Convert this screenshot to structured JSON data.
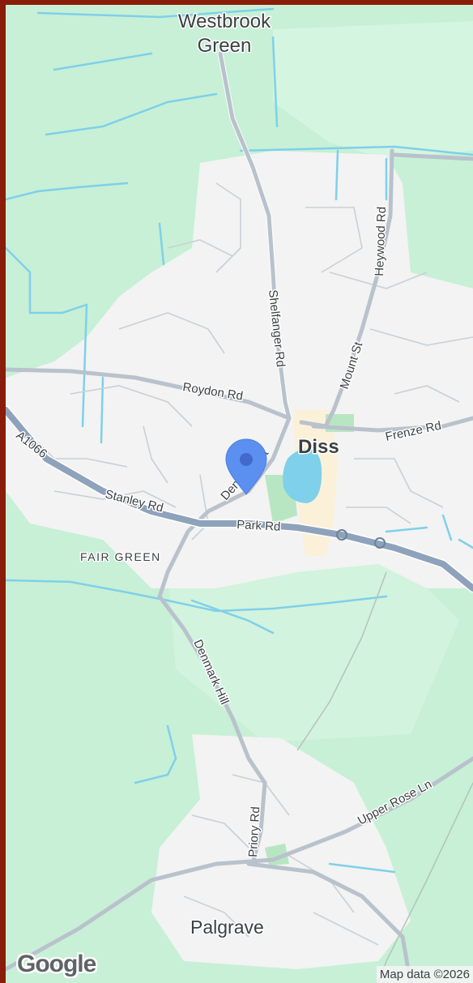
{
  "places": {
    "westbrook_line1": "Westbrook",
    "westbrook_line2": "Green",
    "diss": "Diss",
    "fair_green": "FAIR GREEN",
    "palgrave": "Palgrave"
  },
  "roads": {
    "heywood": "Heywood Rd",
    "shelfanger": "Shelfanger Rd",
    "mount": "Mount St",
    "roydon": "Roydon Rd",
    "frenze": "Frenze Rd",
    "a1066": "A1066",
    "denmark_st": "Denmark St",
    "stanley": "Stanley Rd",
    "park": "Park Rd",
    "denmark_hill": "Denmark Hill",
    "priory": "Priory Rd",
    "upper_rose": "Upper Rose Ln"
  },
  "branding": {
    "logo": "Google",
    "attribution": "Map data ©2026"
  },
  "colors": {
    "frame": "#8a1c0a",
    "land": "#c7f0d6",
    "urban": "#f2f3f2",
    "water": "#7fd0ea",
    "major_road": "#8ea3bb",
    "minor_road": "#b9c2cc",
    "marker": "#5b8ff0"
  },
  "icons": {
    "marker": "location-pin-icon"
  }
}
